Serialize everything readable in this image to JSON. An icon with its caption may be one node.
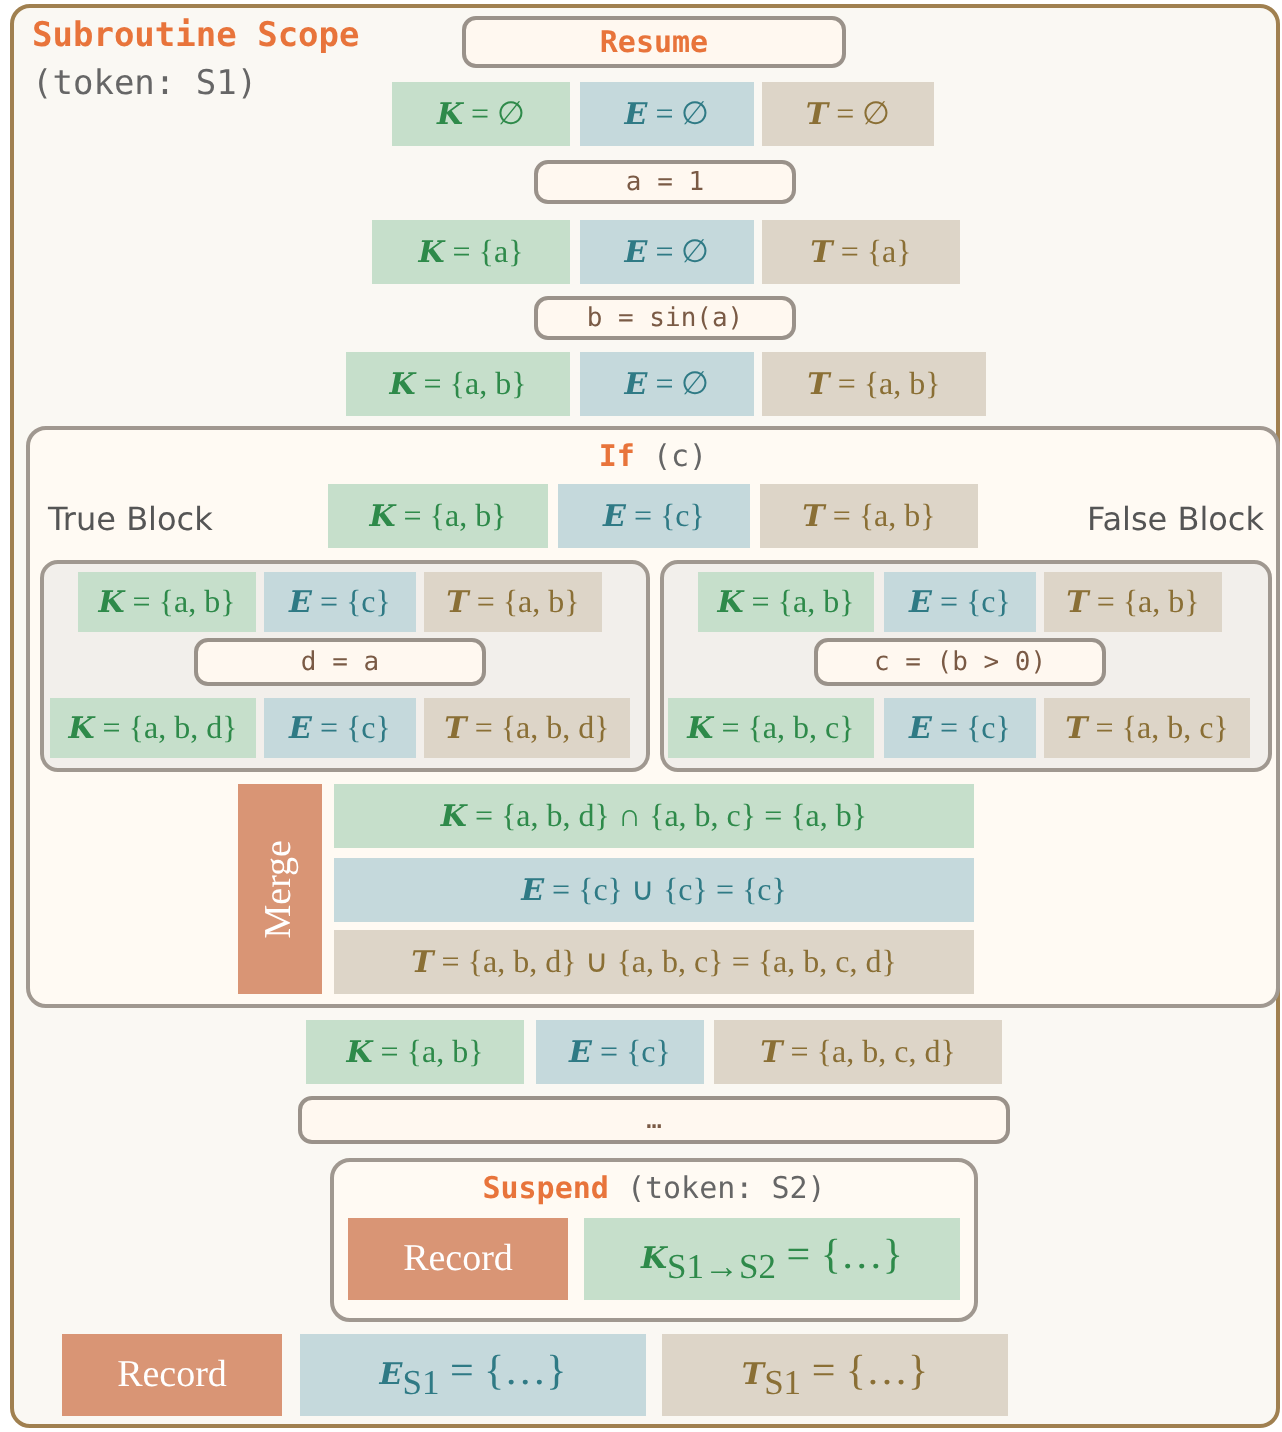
{
  "diagram": {
    "nodes": [
      {
        "text": [
          "Subroutine Scope",
          "(token: S1)"
        ]
      },
      {
        "text": [
          "Resume"
        ],
        "in": 0
      },
      {
        "text": [
          "**K** = ∅"
        ],
        "in": 0
      },
      {
        "text": [
          "**E** = ∅"
        ],
        "in": 0
      },
      {
        "text": [
          "**T** = ∅"
        ],
        "in": 0
      },
      {
        "text": [
          "a = 1"
        ],
        "in": 0
      },
      {
        "text": [
          "**K** = {a}"
        ],
        "in": 0
      },
      {
        "text": [
          "**E** = ∅"
        ],
        "in": 0
      },
      {
        "text": [
          "**T** = {a}"
        ],
        "in": 0
      },
      {
        "text": [
          "b = sin(a)"
        ],
        "in": 0
      },
      {
        "text": [
          "**K** = {a, b}"
        ],
        "in": 0
      },
      {
        "text": [
          "**E** = ∅"
        ],
        "in": 0
      },
      {
        "text": [
          "**T** = {a, b}"
        ],
        "in": 0
      },
      {
        "text": [
          "**If** (c)"
        ],
        "in": 0
      },
      {
        "text": [
          "**K** = {a, b}"
        ],
        "in": 13
      },
      {
        "text": [
          "**E** = {c}"
        ],
        "in": 13
      },
      {
        "text": [
          "**T** = {a, b}"
        ],
        "in": 13
      },
      {
        "text": [
          "True Block"
        ],
        "in": 13
      },
      {
        "text": [
          "**K** = {a, b}"
        ],
        "in": 17
      },
      {
        "text": [
          "**E** = {c}"
        ],
        "in": 17
      },
      {
        "text": [
          "**T** = {a, b}"
        ],
        "in": 17
      },
      {
        "text": [
          "d = a"
        ],
        "in": 17
      },
      {
        "text": [
          "**K** = {a, b, d}"
        ],
        "in": 17
      },
      {
        "text": [
          "**E** = {c}"
        ],
        "in": 17
      },
      {
        "text": [
          "**T** = {a, b, d}"
        ],
        "in": 17
      },
      {
        "text": [
          "False Block"
        ],
        "in": 13
      },
      {
        "text": [
          "**K** = {a, b}"
        ],
        "in": 25
      },
      {
        "text": [
          "**E** = {c}"
        ],
        "in": 25
      },
      {
        "text": [
          "**T** = {a, b}"
        ],
        "in": 25
      },
      {
        "text": [
          "c = (b > 0)"
        ],
        "in": 25
      },
      {
        "text": [
          "**K** = {a, b, c}"
        ],
        "in": 25
      },
      {
        "text": [
          "**E** = {c}"
        ],
        "in": 25
      },
      {
        "text": [
          "**T** = {a, b, c}"
        ],
        "in": 25
      },
      {
        "text": [
          "Merge"
        ],
        "in": 13
      },
      {
        "text": [
          "**K** = {a, b, d} ∩ {a, b, c} = {a, b}"
        ],
        "in": 13
      },
      {
        "text": [
          "**E** = {c} ∪ {c} = {c}"
        ],
        "in": 13
      },
      {
        "text": [
          "**T** = {a, b, d} ∪ {a, b, c} = {a, b, c, d}"
        ],
        "in": 13
      },
      {
        "text": [
          "**K** = {a, b}"
        ],
        "in": 0
      },
      {
        "text": [
          "**E** = {c}"
        ],
        "in": 0
      },
      {
        "text": [
          "**T** = {a, b, c, d}"
        ],
        "in": 0
      },
      {
        "text": [
          "…"
        ],
        "in": 0
      },
      {
        "text": [
          "**Suspend** (token: S2)"
        ],
        "in": 0
      },
      {
        "text": [
          "Record"
        ],
        "in": 41
      },
      {
        "text": [
          "**K**$_{S1→S2}$ = {…}"
        ],
        "in": 41
      },
      {
        "text": [
          "Record"
        ],
        "in": 0
      },
      {
        "text": [
          "**E**$_{S1}$ = {…}"
        ],
        "in": 0
      },
      {
        "text": [
          "**T**$_{S1}$ = {…}"
        ],
        "in": 0
      }
    ]
  }
}
